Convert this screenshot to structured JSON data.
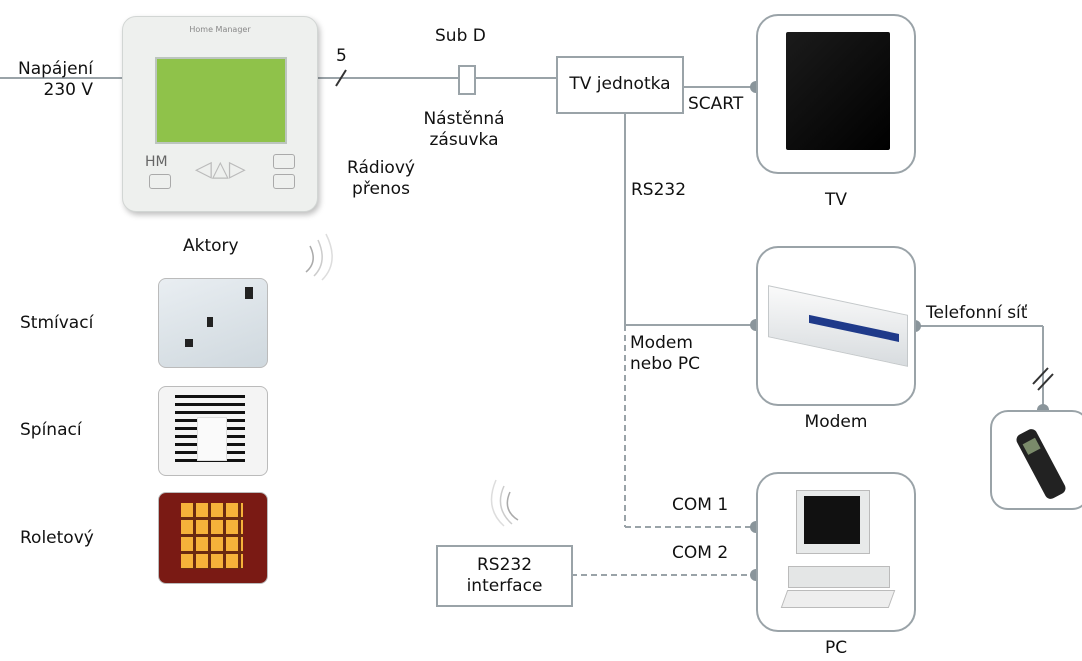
{
  "labels": {
    "power": "Napájení\n230 V",
    "five": "5",
    "subd": "Sub D",
    "wall_socket": "Nástěnná\nzásuvka",
    "radio": "Rádiový\npřenos",
    "tv_unit": "TV jednotka",
    "scart": "SCART",
    "tv": "TV",
    "rs232": "RS232",
    "modem_or_pc": "Modem\nnebo PC",
    "phone_network": "Telefonní síť",
    "modem": "Modem",
    "com1": "COM 1",
    "com2": "COM 2",
    "rs232_interface": "RS232\ninterface",
    "pc": "PC",
    "actors": "Aktory",
    "dimming": "Stmívací",
    "switching": "Spínací",
    "shutter": "Roletový"
  },
  "panel": {
    "brand": "Home Manager",
    "logo": "HM"
  },
  "colors": {
    "line": "#9aa3a8",
    "node": "#8a959b",
    "screen": "#8fc24a",
    "panel_bg": "#eef0ee"
  },
  "icons": [
    "wireless-signal-icon",
    "tv-icon",
    "modem-icon",
    "pc-icon",
    "mobile-phone-icon",
    "dimmer-lamp-icon",
    "radiator-icon",
    "window-shutter-icon"
  ]
}
